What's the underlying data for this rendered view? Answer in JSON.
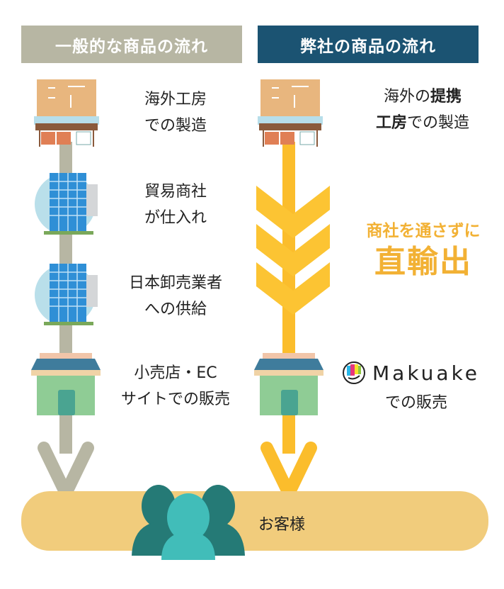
{
  "headers": {
    "general": "一般的な商品の流れ",
    "ours": "弊社の商品の流れ"
  },
  "general_flow": [
    {
      "line1": "海外工房",
      "line2": "での製造",
      "icon": "workshop-icon"
    },
    {
      "line1": "貿易商社",
      "line2": "が仕入れ",
      "icon": "office-building-icon"
    },
    {
      "line1": "日本卸売業者",
      "line2": "への供給",
      "icon": "office-building-icon"
    },
    {
      "line1": "小売店・EC",
      "line2": "サイトでの販売",
      "icon": "store-icon"
    }
  ],
  "our_flow": {
    "step1": {
      "prefix": "海外の",
      "bold1": "提携",
      "bold2": "工房",
      "suffix": "での製造"
    },
    "highlight": {
      "line1": "商社を通さずに",
      "line2": "直輸出"
    },
    "sales": {
      "brand": "Makuake",
      "line2": "での販売"
    }
  },
  "customer": {
    "label": "お客様"
  },
  "colors": {
    "gray": "#b7b6a3",
    "navy": "#1b5372",
    "yellow": "#fbbd2c",
    "highlight_text": "#f2b134",
    "band": "#f1cc7c",
    "teal_dark": "#257a76",
    "teal_light": "#41bdb9"
  }
}
